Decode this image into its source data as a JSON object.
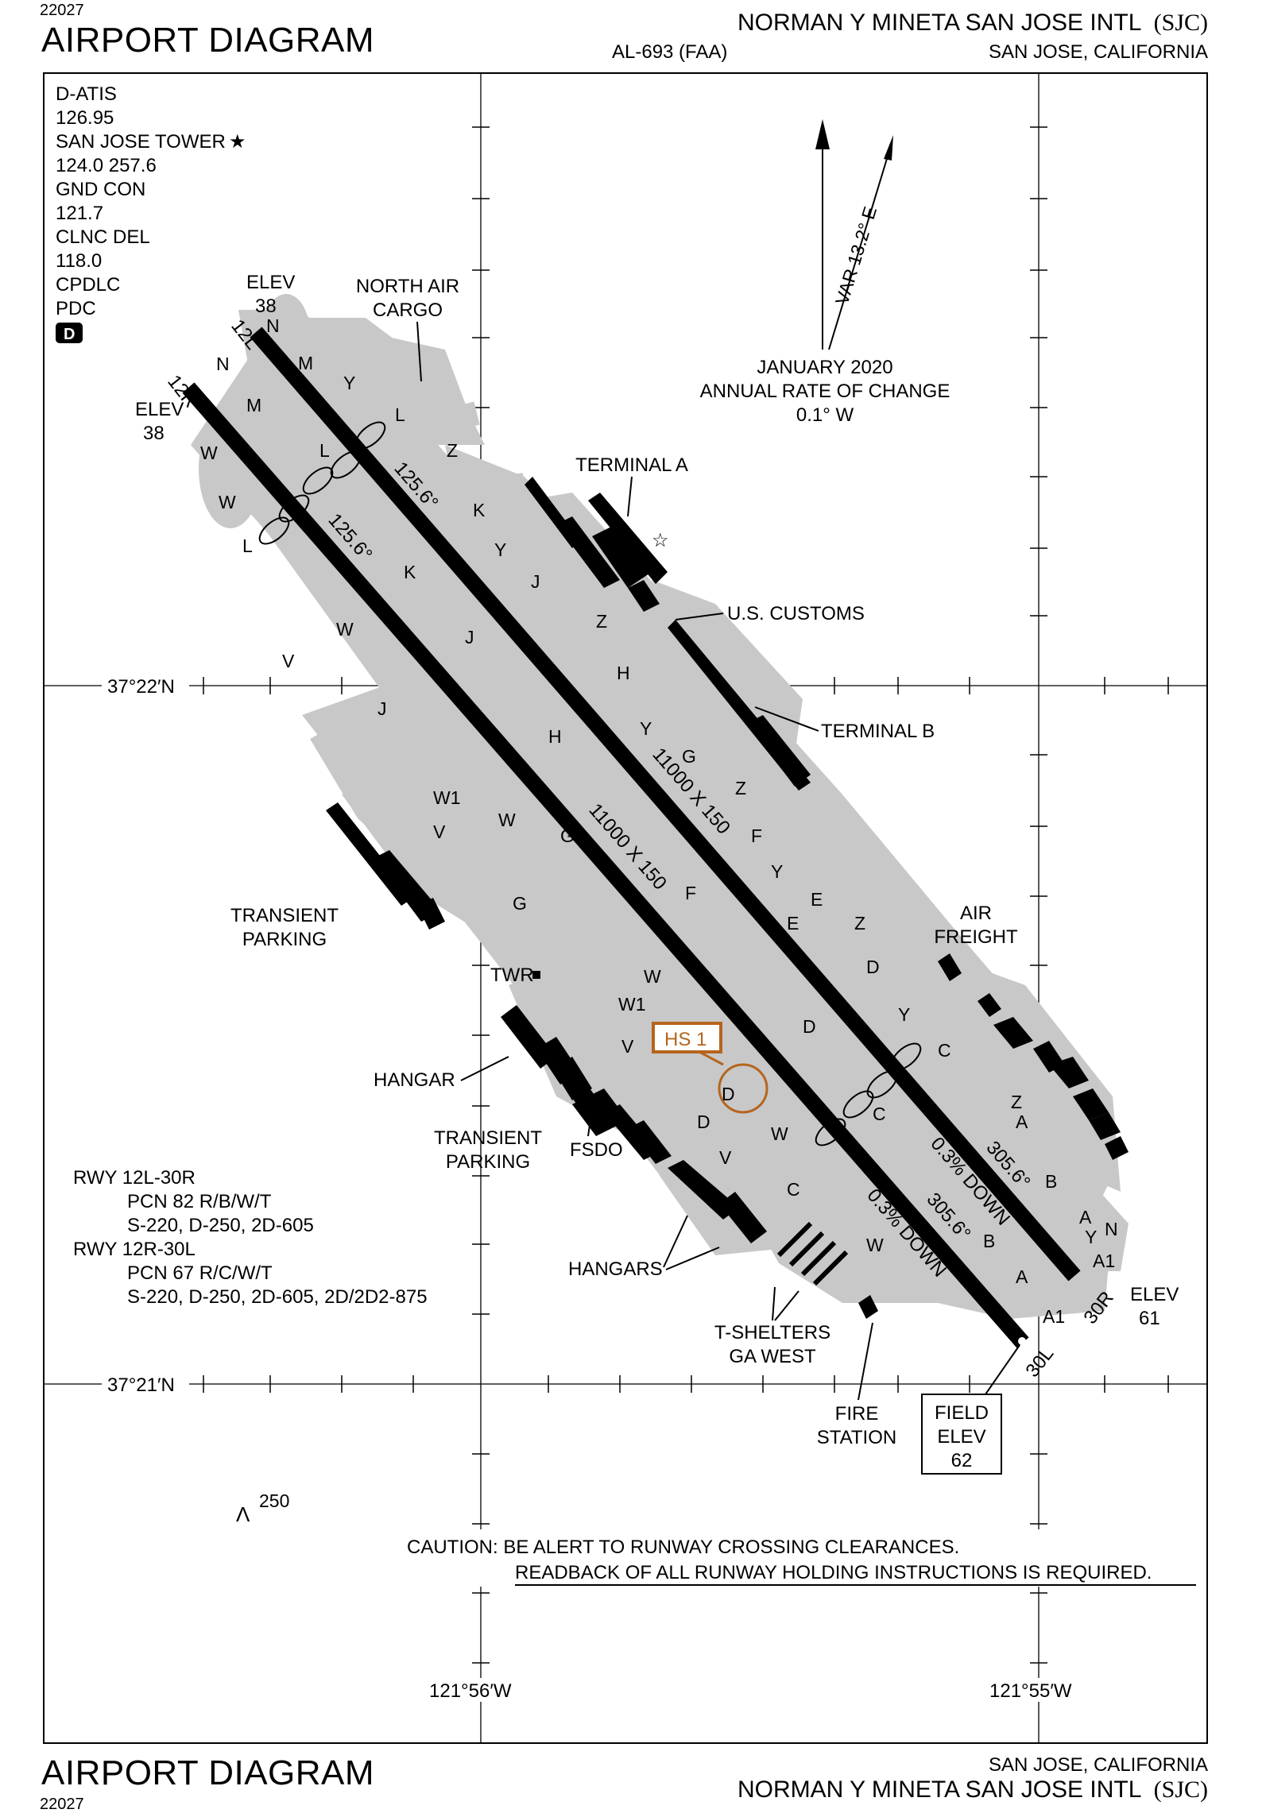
{
  "header": {
    "code": "22027",
    "title": "AIRPORT DIAGRAM",
    "airport_name": "NORMAN Y MINETA SAN JOSE INTL",
    "airport_id": "(SJC)",
    "al_number": "AL-693 (FAA)",
    "location": "SAN JOSE, CALIFORNIA"
  },
  "footer": {
    "code": "22027",
    "title": "AIRPORT DIAGRAM",
    "airport_name": "NORMAN Y MINETA SAN JOSE INTL",
    "airport_id": "(SJC)",
    "location": "SAN JOSE, CALIFORNIA"
  },
  "frequencies": [
    "D-ATIS",
    "126.95",
    "SAN JOSE TOWER",
    "124.0  257.6",
    "GND CON",
    "121.7",
    "CLNC DEL",
    "118.0",
    "CPDLC",
    "PDC"
  ],
  "tower_star": "★",
  "d_badge": "D",
  "compass": {
    "variation": "VAR 13.2° E",
    "date": "JANUARY 2020",
    "rate_label": "ANNUAL RATE OF CHANGE",
    "rate": "0.1° W"
  },
  "coordinates": {
    "lat_north": "37°22′N",
    "lat_south": "37°21′N",
    "lon_west": "121°56′W",
    "lon_east": "121°55′W"
  },
  "runways": {
    "r12l_label": "12L",
    "r12r_label": "12R",
    "r30r_label": "30R",
    "r30l_label": "30L",
    "dims_a": "11000 X 150",
    "dims_b": "11000 X 150",
    "heading_a": "125.6°",
    "heading_b": "125.6°",
    "heading_c": "305.6°",
    "heading_d": "305.6°",
    "slope_a": "0.3% DOWN",
    "slope_b": "0.3% DOWN"
  },
  "elevations": {
    "elev_label": "ELEV",
    "nw_upper": "38",
    "nw_lower": "38",
    "se": "61",
    "field_label_1": "FIELD",
    "field_label_2": "ELEV",
    "field_value": "62"
  },
  "labels": {
    "north_air_cargo_1": "NORTH AIR",
    "north_air_cargo_2": "CARGO",
    "terminal_a": "TERMINAL A",
    "us_customs": "U.S. CUSTOMS",
    "terminal_b": "TERMINAL B",
    "air_freight_1": "AIR",
    "air_freight_2": "FREIGHT",
    "transient_parking_1": "TRANSIENT",
    "transient_parking_2": "PARKING",
    "twr": "TWR",
    "hangar": "HANGAR",
    "fsdo": "FSDO",
    "hangars": "HANGARS",
    "tshelters_1": "T-SHELTERS",
    "tshelters_2": "GA WEST",
    "fire_station_1": "FIRE",
    "fire_station_2": "STATION",
    "hotspot": "HS 1",
    "obstacle_symbol": "Λ",
    "obstacle_height": "250"
  },
  "taxiways": {
    "W": "W",
    "W1": "W1",
    "V": "V",
    "Z": "Z",
    "Y": "Y",
    "L": "L",
    "K": "K",
    "J": "J",
    "H": "H",
    "G": "G",
    "F": "F",
    "E": "E",
    "D": "D",
    "C": "C",
    "B": "B",
    "A": "A",
    "A1": "A1",
    "N": "N",
    "M": "M"
  },
  "pcn": {
    "rwy_a": "RWY 12L-30R",
    "rwy_a_pcn": "PCN 82 R/B/W/T",
    "rwy_a_weights": "S-220, D-250, 2D-605",
    "rwy_b": "RWY 12R-30L",
    "rwy_b_pcn": "PCN 67 R/C/W/T",
    "rwy_b_weights": "S-220, D-250, 2D-605, 2D/2D2-875"
  },
  "caution": {
    "line1": "CAUTION: BE ALERT TO RUNWAY CROSSING CLEARANCES.",
    "line2": "READBACK OF ALL RUNWAY HOLDING INSTRUCTIONS IS REQUIRED."
  },
  "colors": {
    "ink": "#000000",
    "taxiway_fill": "#c8c8c8",
    "hotspot": "#b5651d"
  }
}
